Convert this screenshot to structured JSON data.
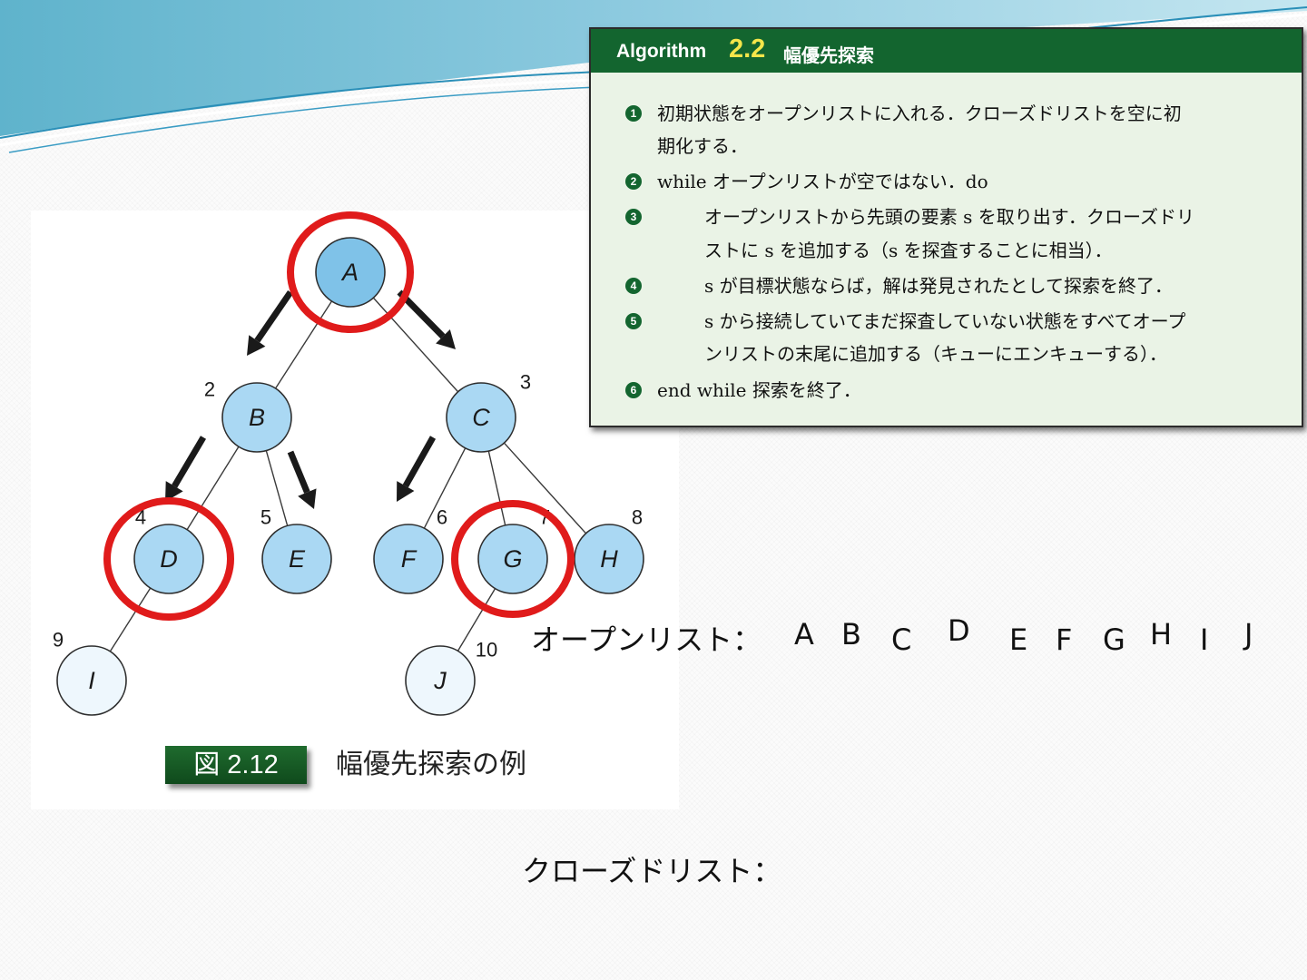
{
  "figure": {
    "nodes": [
      {
        "id": "A",
        "label": "A"
      },
      {
        "id": "B",
        "label": "B",
        "order": "2"
      },
      {
        "id": "C",
        "label": "C",
        "order": "3"
      },
      {
        "id": "D",
        "label": "D",
        "order": "4"
      },
      {
        "id": "E",
        "label": "E",
        "order": "5"
      },
      {
        "id": "F",
        "label": "F",
        "order": "6"
      },
      {
        "id": "G",
        "label": "G",
        "order": "7"
      },
      {
        "id": "H",
        "label": "H",
        "order": "8"
      },
      {
        "id": "I",
        "label": "I",
        "order": "9"
      },
      {
        "id": "J",
        "label": "J",
        "order": "10"
      }
    ],
    "edges": [
      [
        "A",
        "B"
      ],
      [
        "A",
        "C"
      ],
      [
        "B",
        "D"
      ],
      [
        "B",
        "E"
      ],
      [
        "C",
        "F"
      ],
      [
        "C",
        "G"
      ],
      [
        "C",
        "H"
      ],
      [
        "D",
        "I"
      ],
      [
        "G",
        "J"
      ]
    ],
    "visited_node_color": "#aad8f3",
    "unvisited_node_color": "#eef7fd",
    "highlighted_nodes": [
      "A",
      "D",
      "G"
    ],
    "highlight_color": "#e01b1b",
    "caption_badge": "図 2.12",
    "caption_title": "幅優先探索の例"
  },
  "algorithm": {
    "header_prefix": "Algorithm",
    "header_number": "2.2",
    "header_title": "幅優先探索",
    "step_markers": [
      "1",
      "2",
      "3",
      "4",
      "5",
      "6"
    ],
    "lines": [
      "初期状態をオープンリストに入れる．クローズドリストを空に初",
      "期化する．",
      "while オープンリストが空ではない．do",
      "オープンリストから先頭の要素 s を取り出す．クローズドリ",
      "ストに s を追加する（s を探査することに相当）．",
      "s が目標状態ならば，解は発見されたとして探索を終了．",
      "s から接続していてまだ探査していない状態をすべてオープ",
      "ンリストの末尾に追加する（キューにエンキューする）．",
      "end while 探索を終了．"
    ]
  },
  "open_list": {
    "label": "オープンリスト：",
    "items": [
      "A",
      "B",
      "C",
      "D",
      "E",
      "F",
      "G",
      "H",
      "I",
      "J"
    ]
  },
  "closed_list": {
    "label": "クローズドリスト："
  }
}
